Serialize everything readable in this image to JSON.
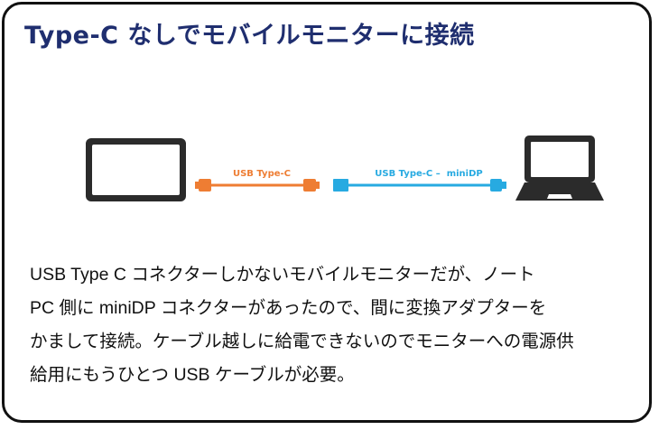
{
  "title": "Type-C なしでモバイルモニターに接続",
  "diagram": {
    "left_device_icon": "tablet-monitor-icon",
    "right_device_icon": "laptop-icon",
    "cable_left": {
      "label": "USB Type-C",
      "color": "#ee7d33"
    },
    "cable_right": {
      "label": "USB Type-C –  miniDP",
      "color": "#27aae1"
    }
  },
  "description_lines": [
    "USB Type C コネクターしかないモバイルモニターだが、ノート",
    "PC 側に miniDP コネクターがあったので、間に変換アダプターを",
    "かまして接続。ケーブル越しに給電できないのでモニターへの電源供",
    "給用にもうひとつ USB ケーブルが必要。"
  ],
  "colors": {
    "title": "#1f2e6f",
    "border": "#111111",
    "device": "#2b2b2b"
  }
}
